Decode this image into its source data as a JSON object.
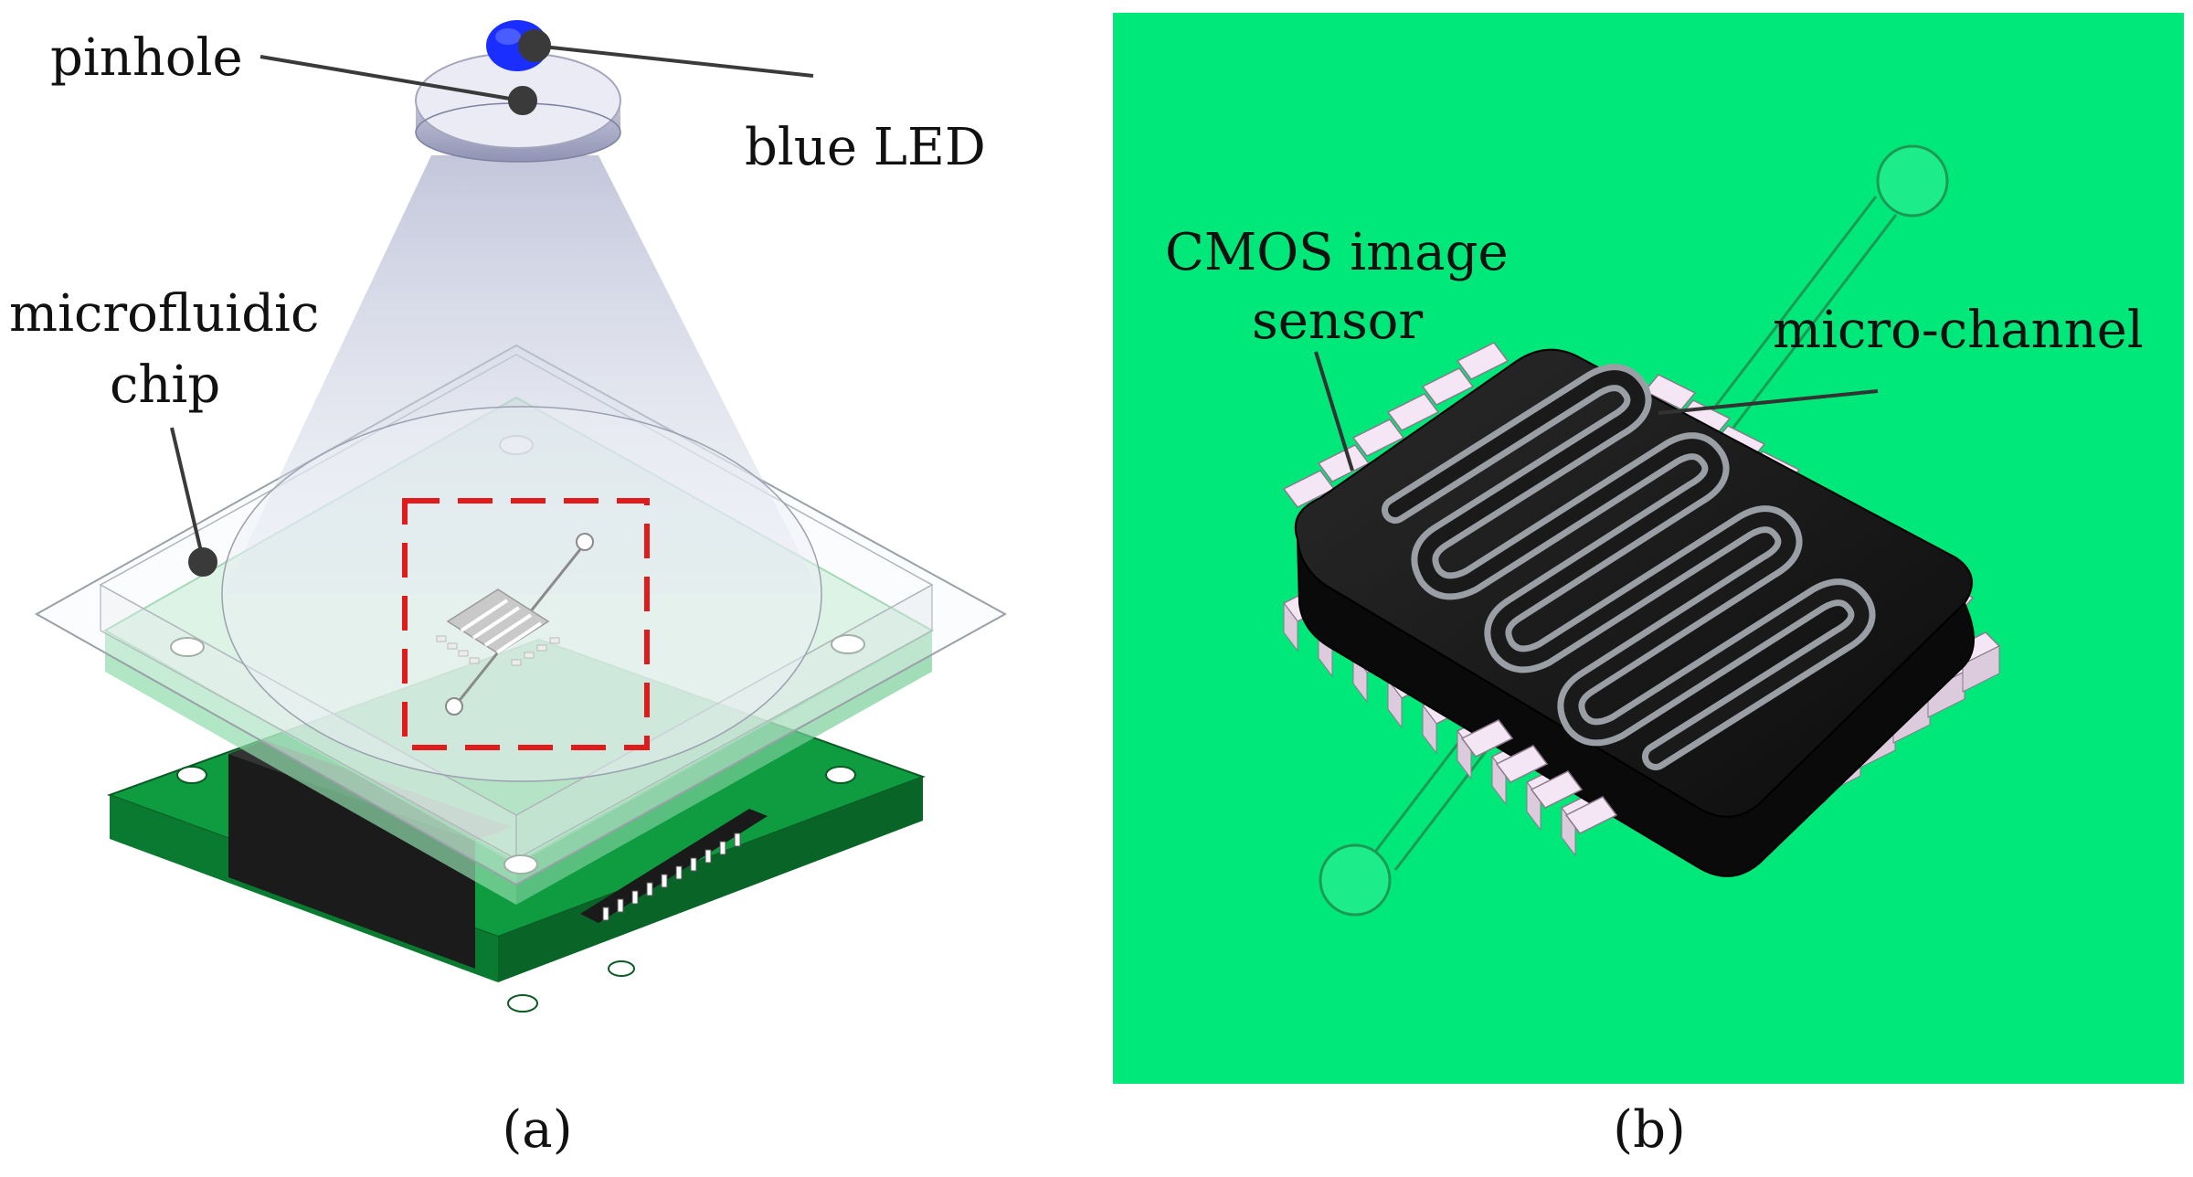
{
  "panel_a": {
    "caption": "(a)",
    "labels": {
      "pinhole": "pinhole",
      "blue_led": "blue LED",
      "microfluidic_chip_line1": "microfluidic",
      "microfluidic_chip_line2": "chip"
    }
  },
  "panel_b": {
    "caption": "(b)",
    "labels": {
      "cmos_line1": "CMOS image",
      "cmos_line2": "sensor",
      "micro_channel": "micro-channel"
    }
  },
  "colors": {
    "background_b": "#00e87a",
    "pcb_green": "#0a8f3a",
    "sensor_black": "#161616",
    "led_blue": "#1a2fff",
    "highlight_box": "#e11b1b",
    "pin_color": "#f4e6f4"
  },
  "icons": {
    "leader_dot": "filled-circle"
  }
}
